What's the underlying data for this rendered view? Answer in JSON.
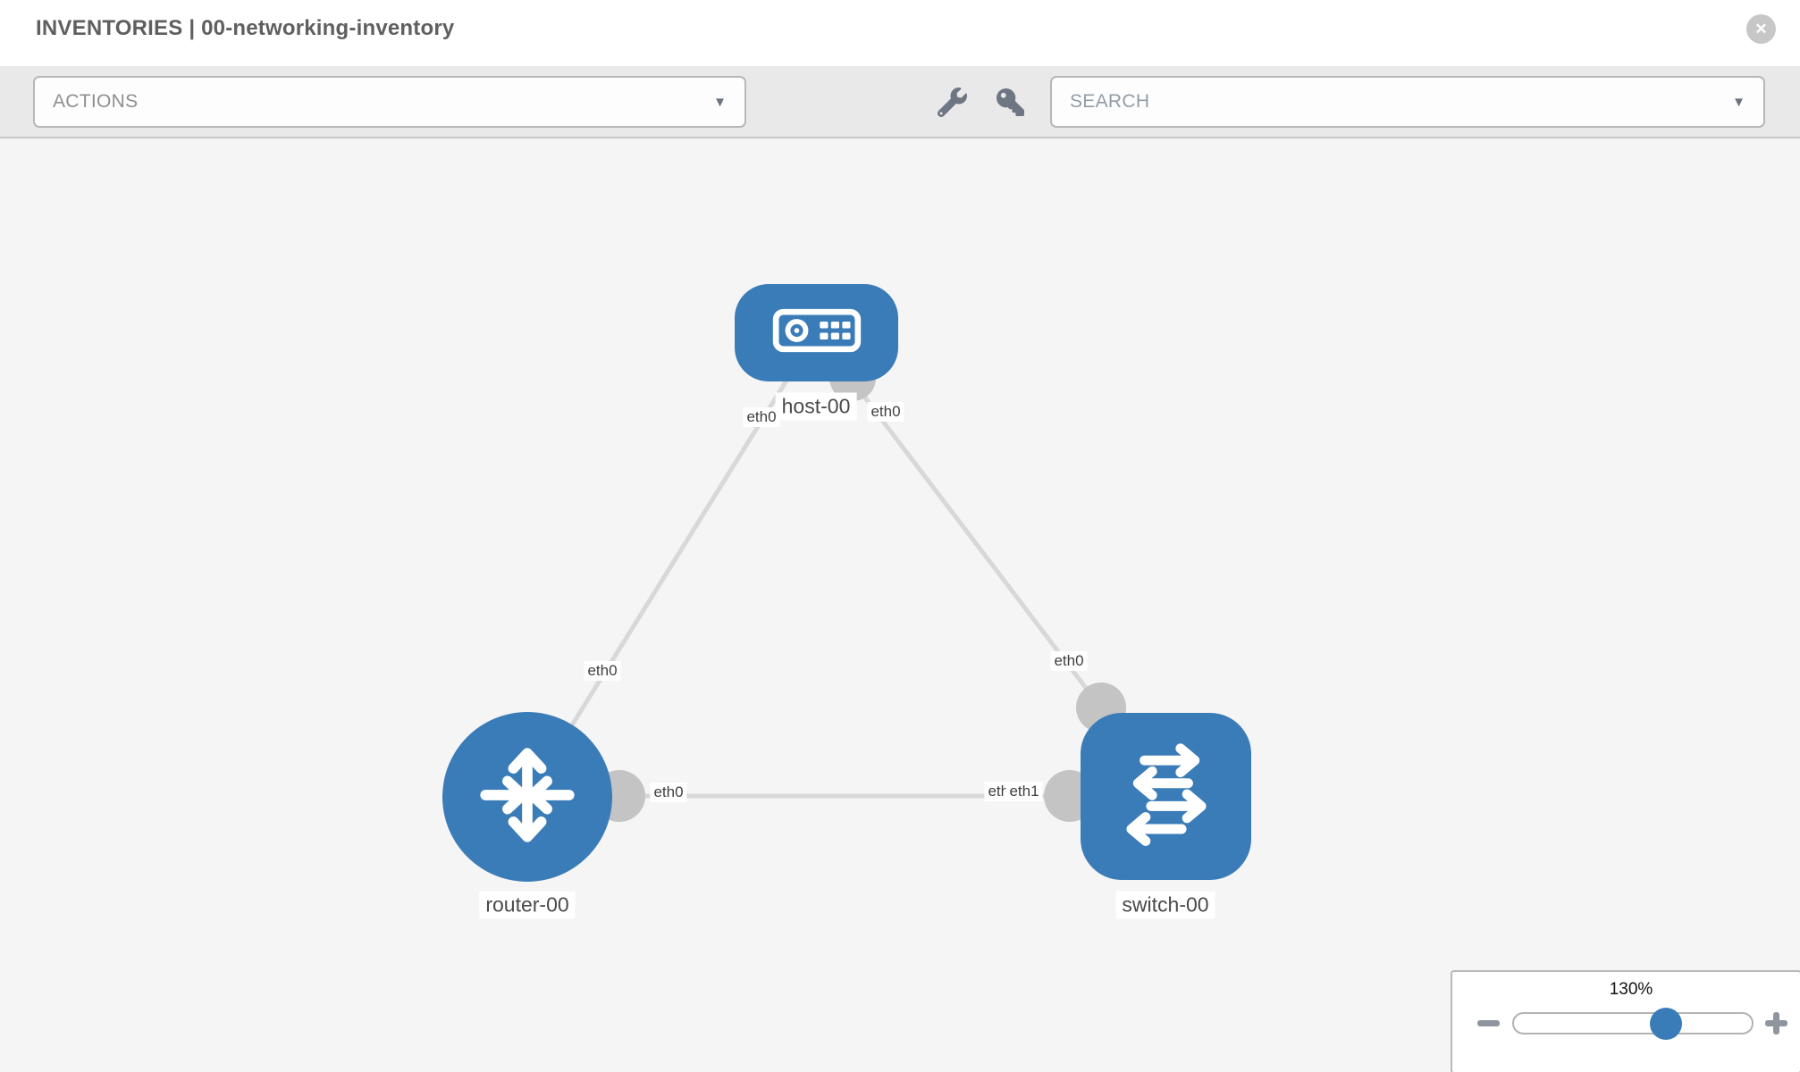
{
  "header": {
    "title": "INVENTORIES | 00-networking-inventory"
  },
  "toolbar": {
    "actions_label": "ACTIONS",
    "search_placeholder": "SEARCH"
  },
  "icons": {
    "caret_down": "▼",
    "close": "✕",
    "wrench": "wrench-icon",
    "key": "key-icon"
  },
  "topology": {
    "nodes": [
      {
        "label": "host-00",
        "type": "host"
      },
      {
        "label": "router-00",
        "type": "router"
      },
      {
        "label": "switch-00",
        "type": "switch"
      }
    ],
    "links": [
      {
        "from": "host-00",
        "to": "router-00"
      },
      {
        "from": "host-00",
        "to": "switch-00"
      },
      {
        "from": "router-00",
        "to": "switch-00"
      }
    ],
    "interfaces": [
      {
        "label": "eth0",
        "node": "host-00",
        "position": "bottom-left"
      },
      {
        "label": "eth0",
        "node": "host-00",
        "position": "bottom-right"
      },
      {
        "label": "eth0",
        "node": "router-00",
        "position": "link-to-host"
      },
      {
        "label": "eth0",
        "node": "switch-00",
        "position": "link-to-host"
      },
      {
        "label": "eth0",
        "node": "router-00",
        "position": "right"
      },
      {
        "label": "eth0",
        "node": "switch-00",
        "position": "left-under"
      },
      {
        "label": "eth1",
        "node": "switch-00",
        "position": "left"
      }
    ]
  },
  "zoom_control": {
    "value": "130%"
  },
  "colors": {
    "node_blue": "#3a7cb8",
    "link_gray": "#d8d8d8",
    "endpoint_gray": "#c4c4c4",
    "canvas_bg": "#f5f5f5",
    "toolbar_bg": "#e9e9e9",
    "title_text": "#5f5f5f"
  }
}
